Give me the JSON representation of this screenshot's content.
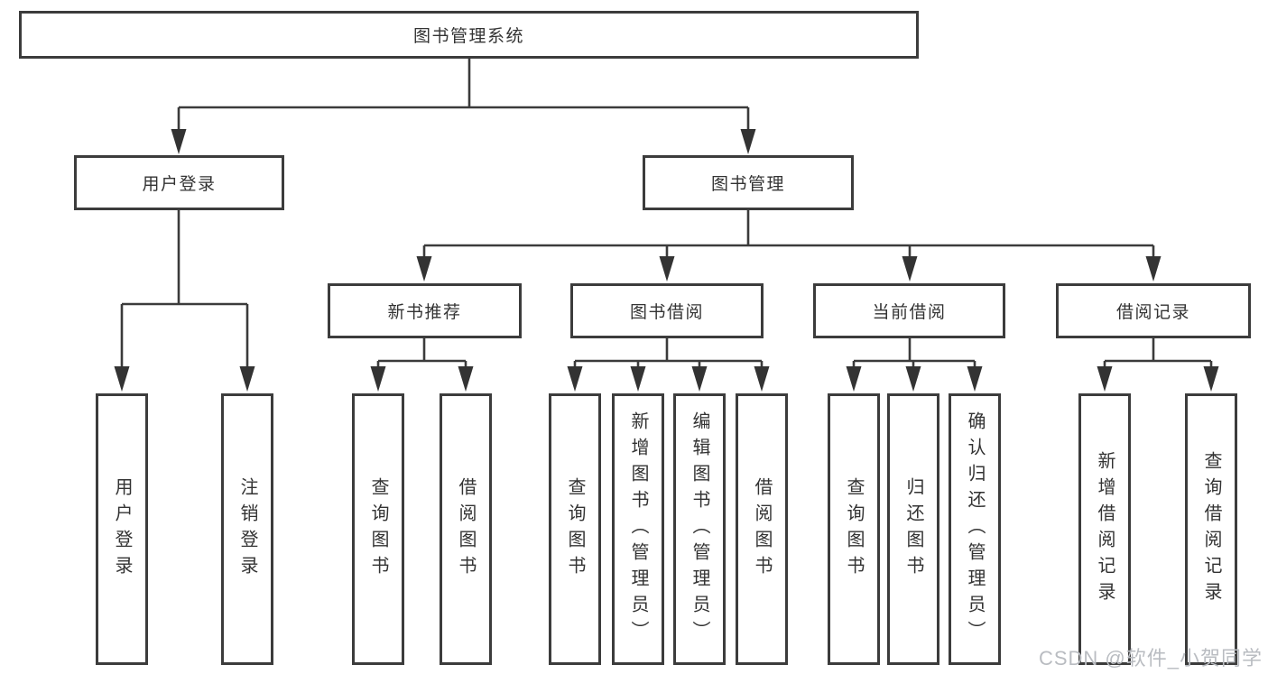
{
  "diagram": {
    "title": "图书管理系统",
    "type": "function-structure-tree",
    "colors": {
      "background": "#ffffff",
      "box_fill": "#ffffff",
      "box_border": "#3c3c3c",
      "line": "#3b3b3b",
      "arrow": "#333333",
      "text": "#333333",
      "watermark": "#b9bcc1"
    },
    "nodes": {
      "root": "图书管理系统",
      "user_login": "用户登录",
      "book_mgmt": "图书管理",
      "new_book_rec": "新书推荐",
      "book_borrow": "图书借阅",
      "current_borrow": "当前借阅",
      "borrow_records": "借阅记录",
      "leaf_user_login": "用户登录",
      "leaf_logout": "注销登录",
      "leaf_newbook_query": "查询图书",
      "leaf_newbook_borrow": "借阅图书",
      "leaf_borrow_query": "查询图书",
      "leaf_borrow_add": "新增图书（管理员）",
      "leaf_borrow_edit": "编辑图书（管理员）",
      "leaf_borrow_borrow": "借阅图书",
      "leaf_current_query": "查询图书",
      "leaf_current_return": "归还图书",
      "leaf_current_confirm": "确认归还（管理员）",
      "leaf_records_add": "新增借阅记录",
      "leaf_records_query": "查询借阅记录"
    },
    "hierarchy": {
      "图书管理系统": {
        "用户登录": [
          "用户登录",
          "注销登录"
        ],
        "图书管理": {
          "新书推荐": [
            "查询图书",
            "借阅图书"
          ],
          "图书借阅": [
            "查询图书",
            "新增图书（管理员）",
            "编辑图书（管理员）",
            "借阅图书"
          ],
          "当前借阅": [
            "查询图书",
            "归还图书",
            "确认归还（管理员）"
          ],
          "借阅记录": [
            "新增借阅记录",
            "查询借阅记录"
          ]
        }
      }
    },
    "watermark": "CSDN @软件_小贺同学"
  }
}
